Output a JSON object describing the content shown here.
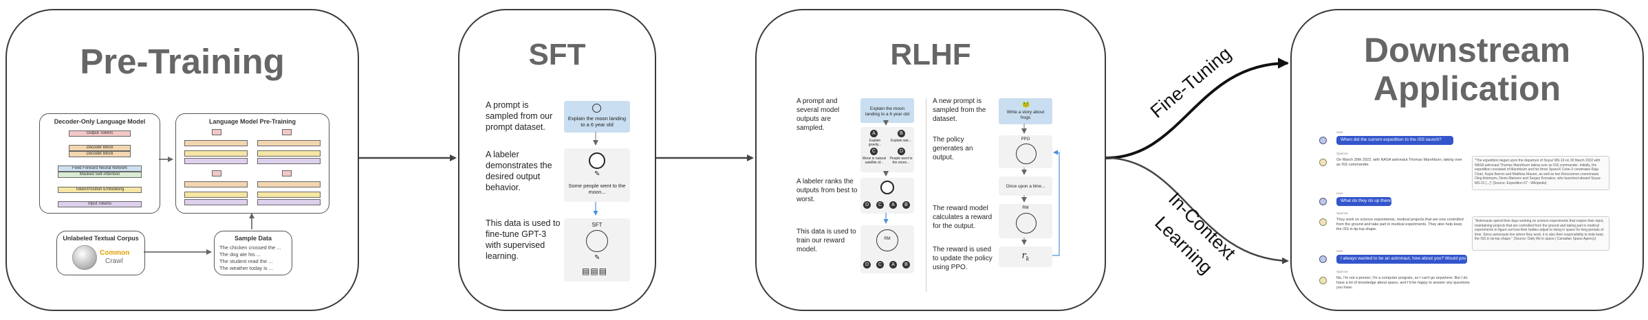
{
  "stages": {
    "pretraining": {
      "title": "Pre-Training"
    },
    "sft": {
      "title": "SFT"
    },
    "rlhf": {
      "title": "RLHF"
    },
    "downstream": {
      "title": "Downstream Application"
    }
  },
  "pretraining": {
    "decoder_model": {
      "title": "Decoder-Only Language Model",
      "layers": [
        "Output Tokens",
        "Decoder Block",
        "Decoder Block",
        "Feed Forward Neural Network",
        "Masked Self-Attention",
        "Token/Position Embedding",
        "Input Tokens"
      ]
    },
    "lm_pretraining": {
      "title": "Language Model Pre-Training"
    },
    "corpus": {
      "title": "Unlabeled Textual Corpus",
      "logo_line1": "Common",
      "logo_line2": "Crawl"
    },
    "sample_data": {
      "title": "Sample Data",
      "lines": [
        "The chicken crossed the ...",
        "The dog ate his ...",
        "The student read the ...",
        "The weather today is ..."
      ]
    }
  },
  "sft": {
    "steps": [
      "A prompt is sampled from our prompt dataset.",
      "A labeler demonstrates the desired output behavior.",
      "This data is used to fine-tune GPT-3 with supervised learning."
    ],
    "prompt_card": "Explain the moon landing to a 6 year old",
    "labeler_card": "Some people went to the moon...",
    "model_label": "SFT"
  },
  "rlhf": {
    "left_steps": [
      "A prompt and several model outputs are sampled.",
      "A labeler ranks the outputs from best to worst.",
      "This data is used to train our reward model."
    ],
    "right_steps": [
      "A new prompt is sampled from the dataset.",
      "The policy generates an output.",
      "The reward model calculates a reward for the output.",
      "The reward is used to update the policy using PPO."
    ],
    "prompt_card": "Explain the moon landing to a 6 year old",
    "outputs": [
      {
        "letter": "A",
        "text": "Explain gravity..."
      },
      {
        "letter": "B",
        "text": "Explain war..."
      },
      {
        "letter": "C",
        "text": "Moon is natural satellite of..."
      },
      {
        "letter": "D",
        "text": "People went to the moon..."
      }
    ],
    "ranking": [
      "D",
      "C",
      "A",
      "B"
    ],
    "rm_label": "RM",
    "new_prompt": "Write a story about frogs",
    "ppo_label": "PPO",
    "story_text": "Once upon a time...",
    "reward_symbol": "r",
    "reward_subscript": "k"
  },
  "arrows": {
    "fine_tuning": "Fine-Tuning",
    "in_context_line1": "In-Context",
    "in_context_line2": "Learning"
  },
  "downstream": {
    "messages": [
      {
        "role": "User",
        "type": "user",
        "text": "When did the current expedition to the ISS launch?"
      },
      {
        "role": "Sparrow",
        "type": "bot",
        "text": "On March 30th 2022, with NASA astronaut Thomas Marshburn, taking over as ISS commander.",
        "note": "\"The expedition began upon the departure of Soyuz MS-19 on 30 March 2022 with NASA astronaut Thomas Marshburn taking over as ISS commander. Initially, the expedition consisted of Marshburn and his three SpaceX Crew-3 crewmates Raja Chari, Kayla Barron and Matthias Maurer, as well as two Roscosmos cosmonauts Oleg Artemyev, Denis Matveev and Sergey Korsakov, who launched aboard Soyuz MS-21 [...]\" (Source: Expedition 67 - Wikipedia)"
      },
      {
        "role": "User",
        "type": "user",
        "text": "What do they do up there?"
      },
      {
        "role": "Sparrow",
        "type": "bot",
        "text": "They work on science experiments, medical projects that are now controlled from the ground and take part in medical experiments. They also help keep the ISS in tip-top shape.",
        "note": "\"Astronauts spend their days working on science experiments that require their input, maintaining projects that are controlled from the ground and taking part in medical experiments to figure out how their bodies adjust to living in space for long periods of time. Since astronauts live where they work, it is also their responsibility to help keep the ISS in tip-top shape.\" (Source: Daily life in space | Canadian Space Agency)"
      },
      {
        "role": "User",
        "type": "user",
        "text": "I always wanted to be an astronaut, how about you? Would you go?"
      },
      {
        "role": "Sparrow",
        "type": "bot",
        "text": "No, I'm not a person; I'm a computer program, so I can't go anywhere. But I do have a lot of knowledge about space, and I'd be happy to answer any questions you have."
      }
    ]
  }
}
